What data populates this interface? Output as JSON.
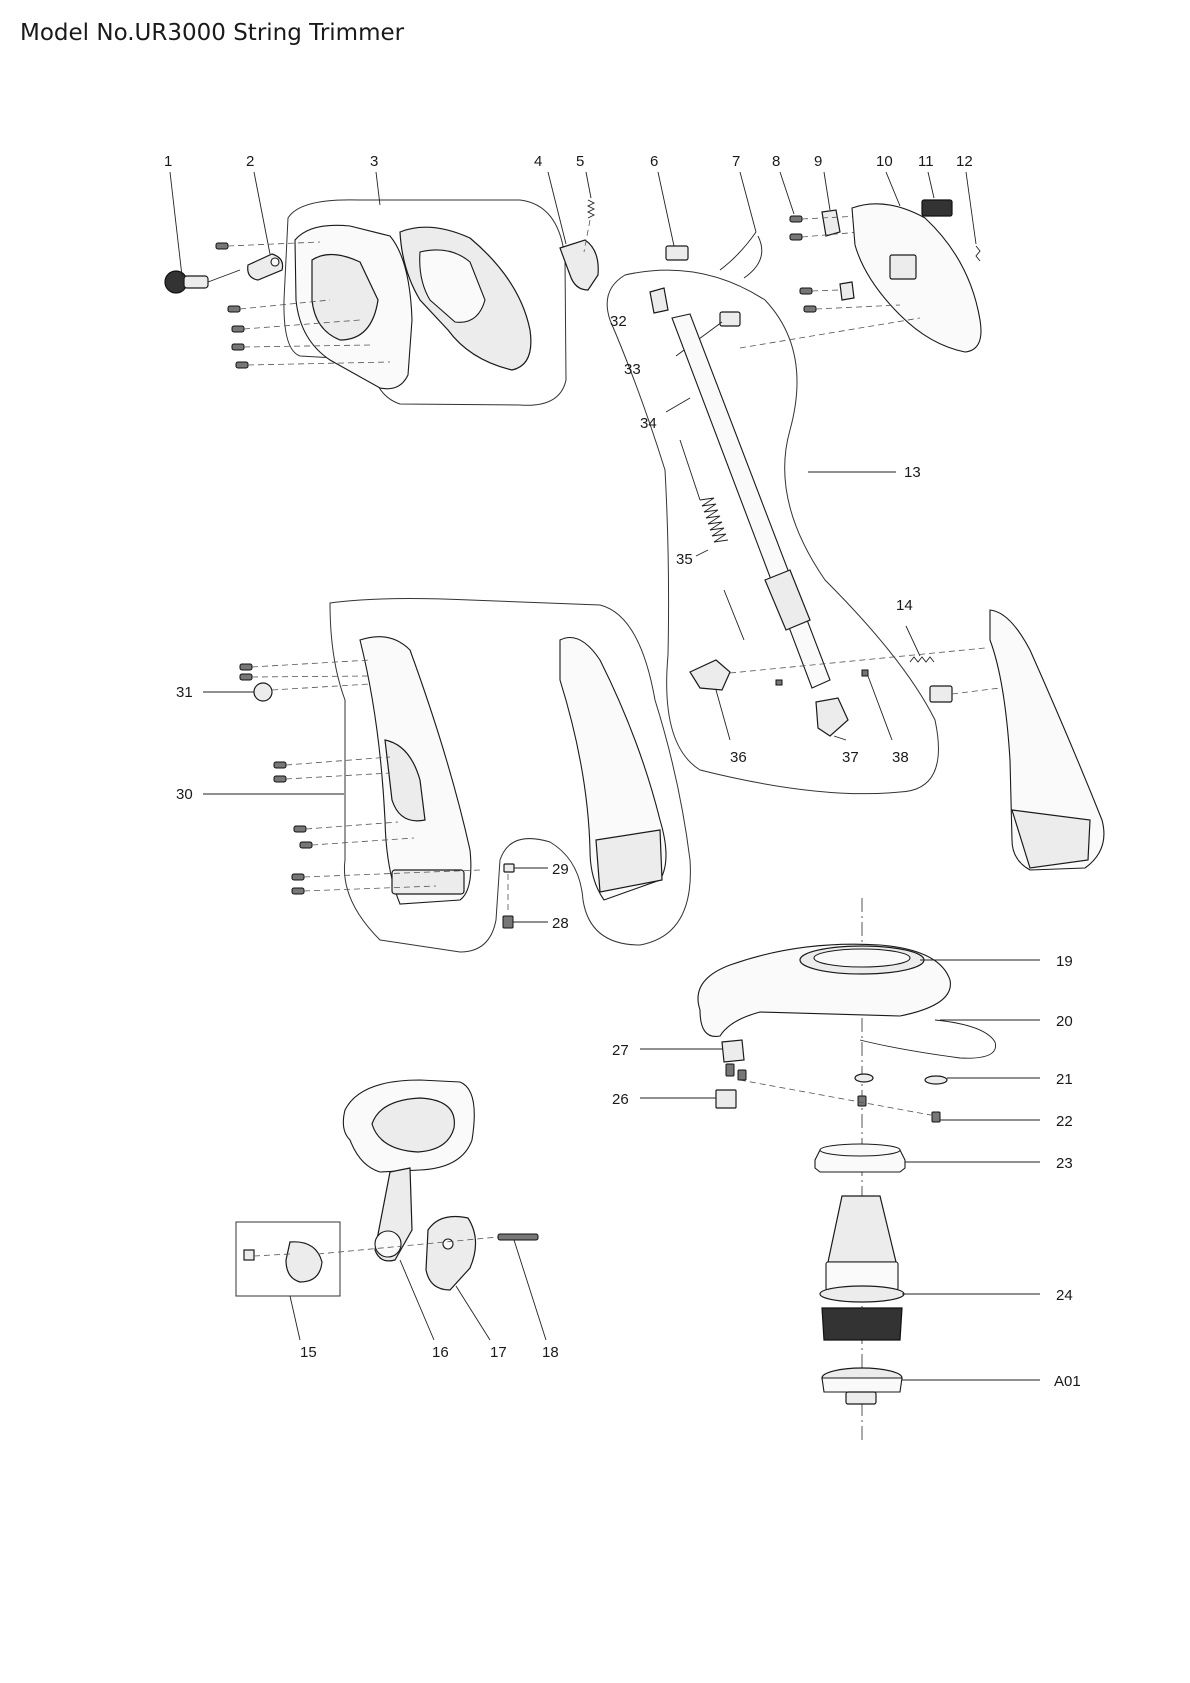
{
  "title": "Model No.UR3000 String Trimmer",
  "callouts": [
    "1",
    "2",
    "3",
    "4",
    "5",
    "6",
    "7",
    "8",
    "9",
    "10",
    "11",
    "12",
    "13",
    "14",
    "15",
    "16",
    "17",
    "18",
    "19",
    "20",
    "21",
    "22",
    "23",
    "24",
    "A01",
    "26",
    "27",
    "28",
    "29",
    "30",
    "31",
    "32",
    "33",
    "34",
    "35",
    "36",
    "37",
    "38"
  ]
}
